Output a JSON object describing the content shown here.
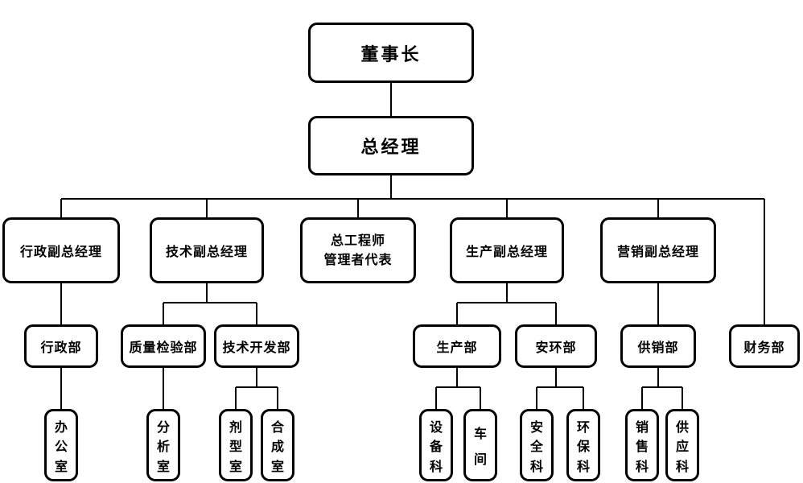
{
  "colors": {
    "background": "#ffffff",
    "box_fill": "#ffffff",
    "box_border": "#000000",
    "connector": "#000000",
    "text": "#000000"
  },
  "org": {
    "nodes": {
      "chairman": {
        "label": "董事长",
        "reports_to": ""
      },
      "general_manager": {
        "label": "总经理",
        "reports_to": "chairman"
      },
      "admin_vp": {
        "label": "行政副总经理",
        "reports_to": "general_manager"
      },
      "tech_vp": {
        "label": "技术副总经理",
        "reports_to": "general_manager"
      },
      "chief_engineer": {
        "label": "总工程师\n管理者代表",
        "reports_to": "general_manager"
      },
      "production_vp": {
        "label": "生产副总经理",
        "reports_to": "general_manager"
      },
      "marketing_vp": {
        "label": "营销副总经理",
        "reports_to": "general_manager"
      },
      "admin_dept": {
        "label": "行政部",
        "reports_to": "admin_vp"
      },
      "quality_inspection_dept": {
        "label": "质量检验部",
        "reports_to": "tech_vp"
      },
      "tech_development_dept": {
        "label": "技术开发部",
        "reports_to": "tech_vp"
      },
      "production_dept": {
        "label": "生产部",
        "reports_to": "production_vp"
      },
      "safety_env_dept": {
        "label": "安环部",
        "reports_to": "production_vp"
      },
      "supply_marketing_dept": {
        "label": "供销部",
        "reports_to": "marketing_vp"
      },
      "finance_dept": {
        "label": "财务部",
        "reports_to": "general_manager"
      },
      "office": {
        "label": "办公室",
        "reports_to": "admin_dept"
      },
      "analysis_room": {
        "label": "分析室",
        "reports_to": "quality_inspection_dept"
      },
      "formulation_room": {
        "label": "剂型室",
        "reports_to": "tech_development_dept"
      },
      "synthesis_room": {
        "label": "合成室",
        "reports_to": "tech_development_dept"
      },
      "equipment_section": {
        "label": "设备科",
        "reports_to": "production_dept"
      },
      "workshop": {
        "label": "车间",
        "reports_to": "production_dept"
      },
      "safety_section": {
        "label": "安全科",
        "reports_to": "safety_env_dept"
      },
      "env_protection_section": {
        "label": "环保科",
        "reports_to": "safety_env_dept"
      },
      "sales_section": {
        "label": "销售科",
        "reports_to": "supply_marketing_dept"
      },
      "supply_section": {
        "label": "供应科",
        "reports_to": "supply_marketing_dept"
      }
    }
  }
}
